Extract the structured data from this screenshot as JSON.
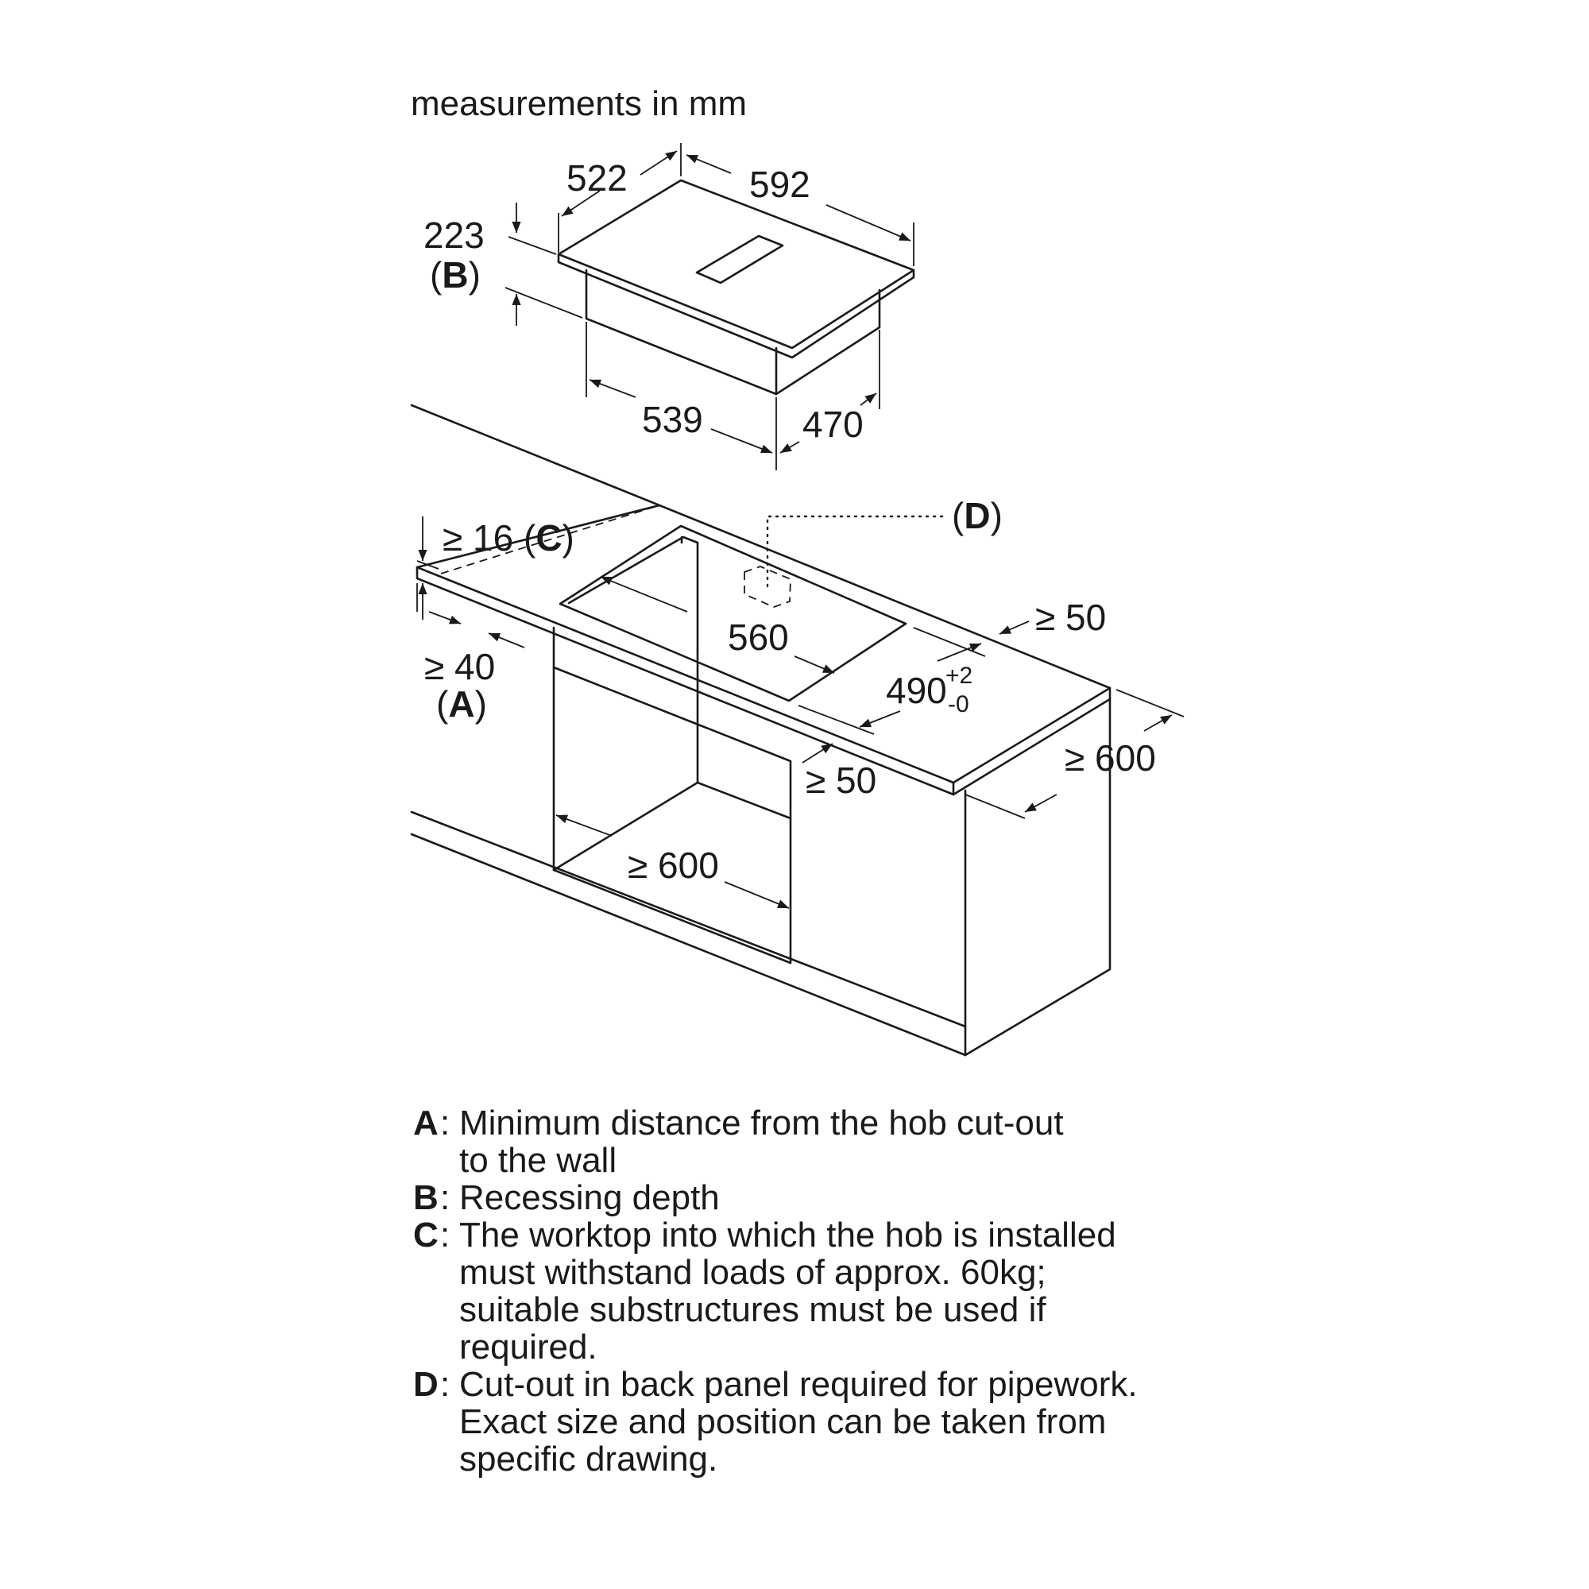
{
  "header": {
    "units_note": "measurements in mm"
  },
  "appliance_dimensions": {
    "depth_top": "522",
    "width_top": "592",
    "recess_height": "223",
    "recess_tag": "B",
    "body_width": "539",
    "body_depth": "470"
  },
  "installation_dimensions": {
    "worktop_thickness": "≥ 16",
    "worktop_tag": "C",
    "wall_distance": "≥ 40",
    "wall_tag": "A",
    "cutout_width": "560",
    "cutout_depth": "490",
    "cutout_tolerance_plus": "+2",
    "cutout_tolerance_minus": "-0",
    "back_margin": "≥ 50",
    "front_margin": "≥ 50",
    "worktop_depth": "≥ 600",
    "cabinet_width": "≥ 600",
    "pipework_tag": "D"
  },
  "legend": [
    {
      "key": "A",
      "text": "Minimum distance from the hob cut-out\nto the wall"
    },
    {
      "key": "B",
      "text": "Recessing depth"
    },
    {
      "key": "C",
      "text": "The worktop into which the hob is installed\nmust withstand loads of approx. 60kg;\nsuitable substructures must be used if\nrequired."
    },
    {
      "key": "D",
      "text": "Cut-out in back panel required for pipework.\nExact size and position can be taken from\nspecific drawing."
    }
  ]
}
